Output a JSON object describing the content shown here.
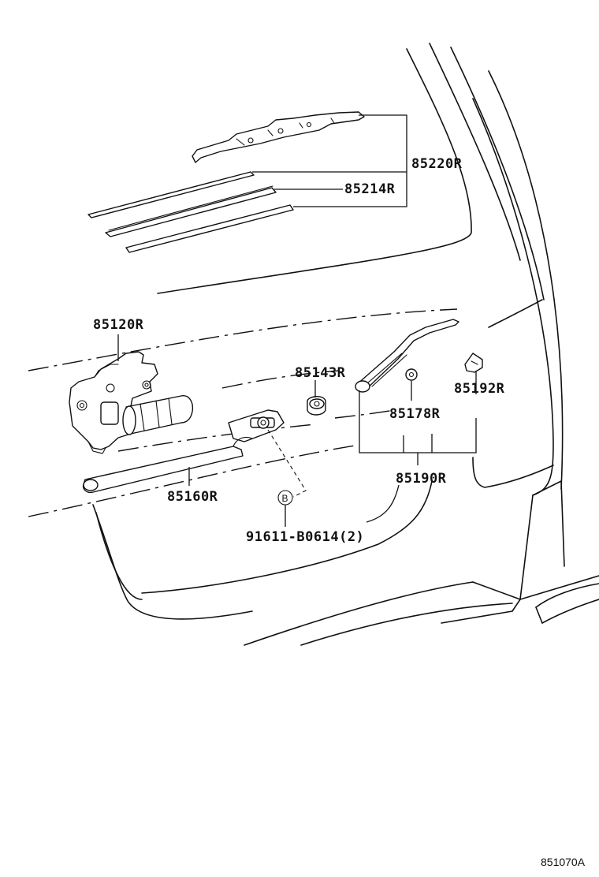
{
  "labels": {
    "blade_assembly": "85220R",
    "blade_rubber": "85214R",
    "motor": "85120R",
    "pivot_cap": "85143R",
    "link": "85160R",
    "nut": "85178R",
    "head_cap": "85192R",
    "arm_assembly": "85190R",
    "bolt": "91611-B0614(2)",
    "callout_b": "B"
  },
  "figure_ref": "851070A"
}
